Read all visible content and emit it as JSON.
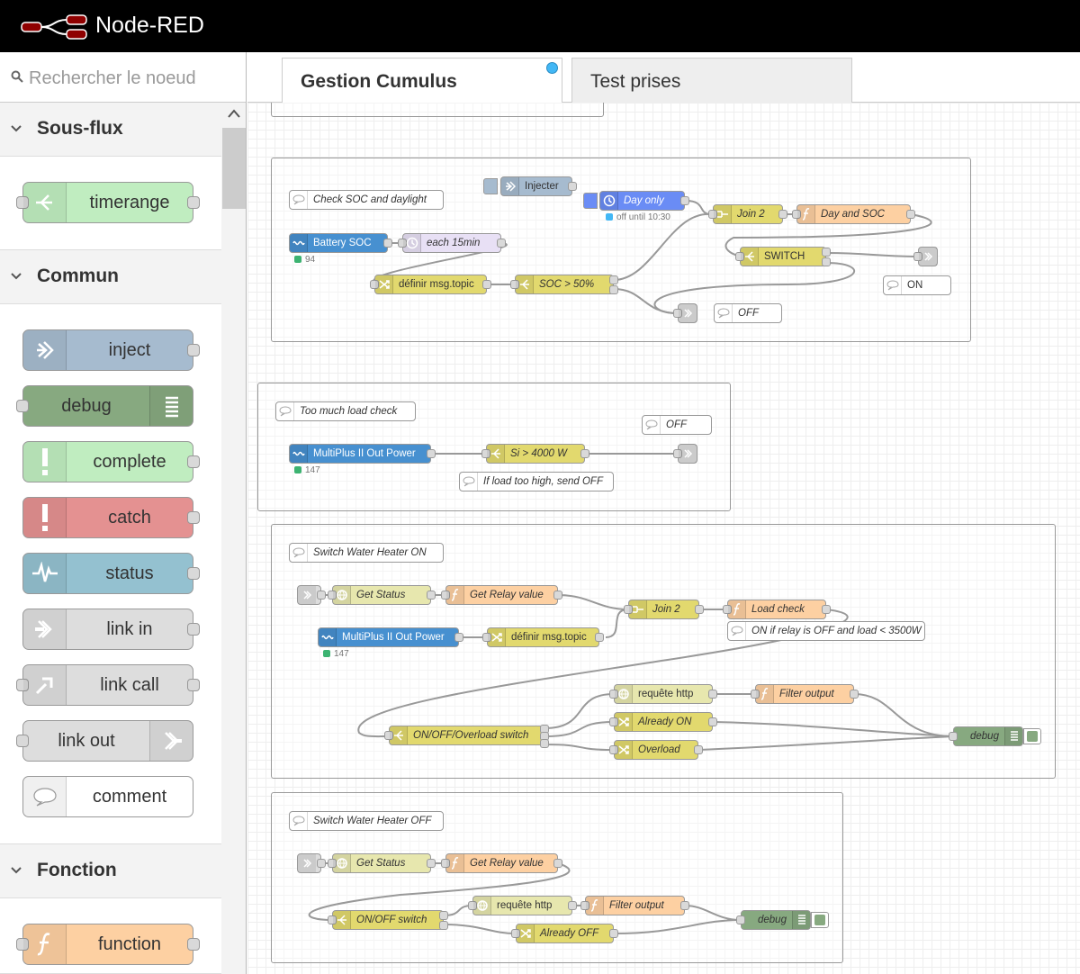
{
  "app": {
    "title": "Node-RED"
  },
  "palette": {
    "search_placeholder": "Rechercher le noeud",
    "categories": [
      {
        "label": "Sous-flux",
        "nodes": [
          {
            "label": "timerange"
          }
        ]
      },
      {
        "label": "Commun",
        "nodes": [
          {
            "label": "inject"
          },
          {
            "label": "debug"
          },
          {
            "label": "complete"
          },
          {
            "label": "catch"
          },
          {
            "label": "status"
          },
          {
            "label": "link in"
          },
          {
            "label": "link call"
          },
          {
            "label": "link out"
          },
          {
            "label": "comment"
          }
        ]
      },
      {
        "label": "Fonction",
        "nodes": [
          {
            "label": "function"
          }
        ]
      }
    ]
  },
  "tabs": [
    {
      "label": "Gestion Cumulus",
      "active": true
    },
    {
      "label": "Test prises",
      "active": false
    }
  ],
  "flow": {
    "group1": {
      "comment": "Check SOC and daylight",
      "injecter": "Injecter",
      "day_only": "Day only",
      "day_only_status": "off until 10:30",
      "battery_soc": "Battery SOC",
      "battery_soc_status": "94",
      "each15": "each 15min",
      "definir": "définir msg.topic",
      "soc50": "SOC > 50%",
      "join2": "Join 2",
      "day_and_soc": "Day and SOC",
      "switch": "SWITCH",
      "on": "ON",
      "off": "OFF"
    },
    "group2": {
      "comment": "Too much load check",
      "off": "OFF",
      "multiplus": "MultiPlus II Out Power",
      "multiplus_status": "147",
      "si4000": "Si > 4000 W",
      "load_high": "If load too high, send OFF"
    },
    "group3": {
      "comment": "Switch Water Heater ON",
      "get_status": "Get Status",
      "get_relay": "Get Relay value",
      "on_if": "ON if relay is OFF and load < 3500W",
      "join2": "Join 2",
      "load_check": "Load check",
      "multiplus": "MultiPlus II Out Power",
      "multiplus_status": "147",
      "definir": "définir msg.topic",
      "requete": "requête http",
      "filter": "Filter output",
      "onoff_overload": "ON/OFF/Overload switch",
      "already_on": "Already ON",
      "overload": "Overload",
      "debug": "debug"
    },
    "group4": {
      "comment": "Switch Water Heater OFF",
      "get_status": "Get Status",
      "get_relay": "Get Relay value",
      "requete": "requête http",
      "filter": "Filter output",
      "onoff": "ON/OFF switch",
      "already_off": "Already OFF",
      "debug": "debug"
    }
  },
  "colors": {
    "inject": "#a6bbcf",
    "debug": "#87a980",
    "complete": "#c0edc0",
    "catch": "#e49191",
    "status": "#94c1d0",
    "link": "#dddddd",
    "comment": "#ffffff",
    "function": "#fdd0a2",
    "switch": "#e2d96e",
    "change": "#e2d96e",
    "victron": "#4790d0",
    "http": "#e7e7ae",
    "timer": "#6a8cf5",
    "timerange": "#c0edc0",
    "accent": "#42b7f5"
  }
}
